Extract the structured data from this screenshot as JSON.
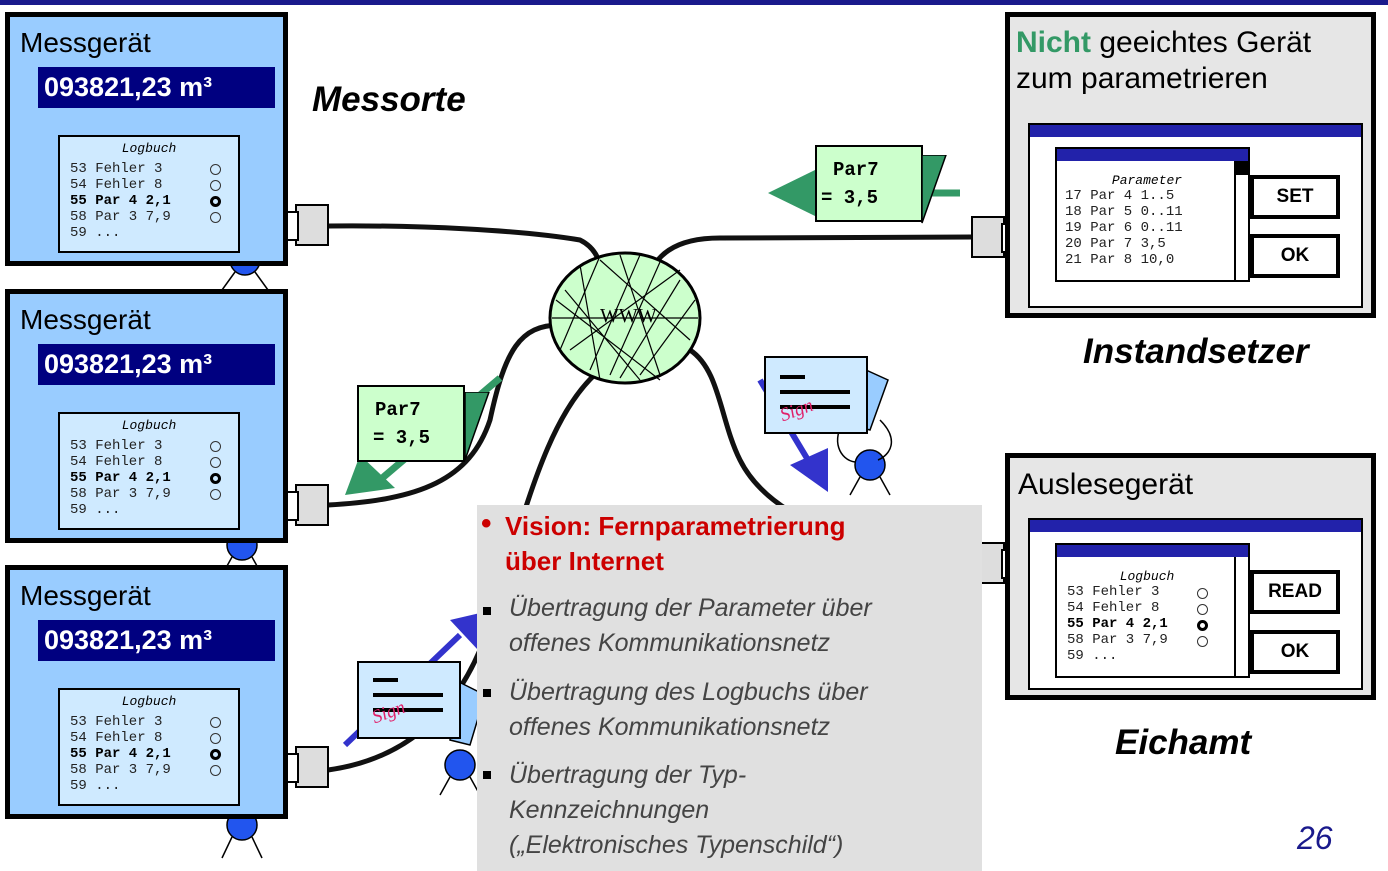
{
  "devices": [
    {
      "title": "Messgerät",
      "reading": "093821,23 m³",
      "logbook_title": "Logbuch",
      "log": [
        "53 Fehler 3",
        "54 Fehler 8",
        "55 Par 4 2,1",
        "58 Par 3 7,9",
        "59 ..."
      ]
    },
    {
      "title": "Messgerät",
      "reading": "093821,23 m³",
      "logbook_title": "Logbuch",
      "log": [
        "53 Fehler 3",
        "54 Fehler 8",
        "55 Par 4 2,1",
        "58 Par 3 7,9",
        "59 ..."
      ]
    },
    {
      "title": "Messgerät",
      "reading": "093821,23 m³",
      "logbook_title": "Logbuch",
      "log": [
        "53 Fehler 3",
        "54 Fehler 8",
        "55 Par 4 2,1",
        "58 Par 3 7,9",
        "59 ..."
      ]
    }
  ],
  "labels": {
    "messorte": "Messorte",
    "instandsetzer": "Instandsetzer",
    "eichamt": "Eichamt",
    "www": "WWW",
    "sign": "Sign"
  },
  "param_device": {
    "title_highlight": "Nicht",
    "title_rest": " geeichtes Gerät",
    "title_line2": "zum parametrieren",
    "window_title": "Parameter",
    "params": [
      "17 Par 4 1..5",
      "18 Par 5 0..11",
      "19 Par 6 0..11",
      "20 Par 7 3,5",
      "21 Par 8 10,0"
    ],
    "btn_set": "SET",
    "btn_ok": "OK"
  },
  "reader_device": {
    "title": "Auslesegerät",
    "window_title": "Logbuch",
    "log": [
      "53 Fehler 3",
      "54 Fehler 8",
      "55 Par 4 2,1",
      "58 Par 3 7,9",
      "59 ..."
    ],
    "btn_read": "READ",
    "btn_ok": "OK"
  },
  "notes": [
    {
      "line1": "Par7",
      "line2": "= 3,5"
    },
    {
      "line1": "Par7",
      "line2": "= 3,5"
    }
  ],
  "text_box": {
    "vision_l1": "Vision: Fernparametrierung",
    "vision_l2": "über Internet",
    "b1_l1": "Übertragung der Parameter über",
    "b1_l2": "offenes Kommunikationsnetz",
    "b2_l1": "Übertragung des Logbuchs über",
    "b2_l2": "offenes Kommunikationsnetz",
    "b3_l1": "Übertragung der Typ-",
    "b3_l2": "Kennzeichnungen",
    "b3_l3": "(„Elektronisches Typenschild“)"
  },
  "page_number": "26",
  "colors": {
    "device_bg": "#99ccff",
    "meter_bg": "#000080",
    "note_bg": "#ccffcc",
    "vision_red": "#cc0000",
    "nicht_green": "#339966",
    "arrow_green": "#339966",
    "arrow_blue": "#3333cc",
    "globe": "#ccffcc"
  }
}
